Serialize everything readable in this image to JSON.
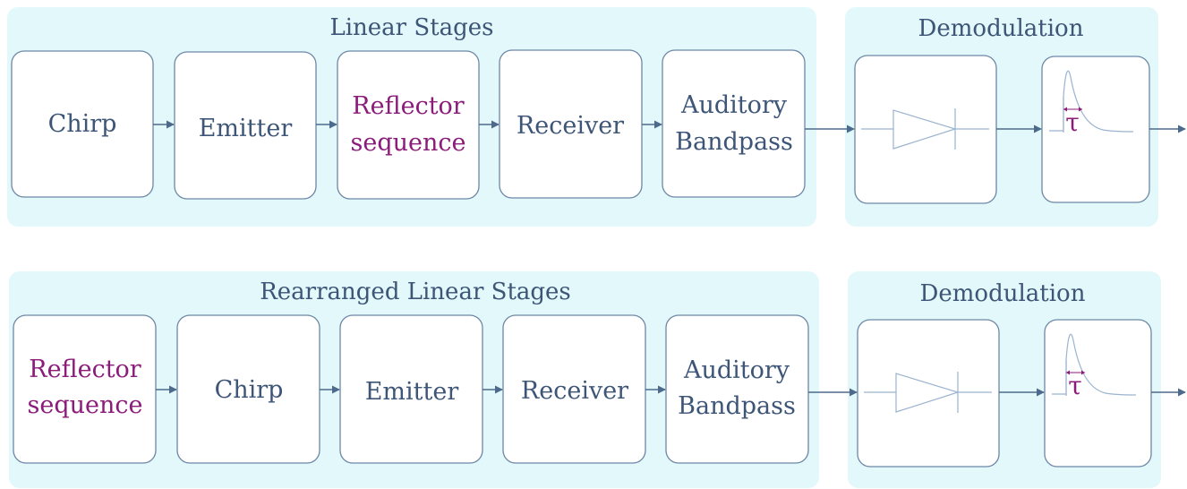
{
  "diagram": {
    "rows": [
      {
        "linear_title": "Linear Stages",
        "demod_title": "Demodulation",
        "blocks": [
          {
            "lines": [
              "Chirp"
            ],
            "highlight": false
          },
          {
            "lines": [
              "Emitter"
            ],
            "highlight": false
          },
          {
            "lines": [
              "Reflector",
              "sequence"
            ],
            "highlight": true
          },
          {
            "lines": [
              "Receiver"
            ],
            "highlight": false
          },
          {
            "lines": [
              "Auditory",
              "Bandpass"
            ],
            "highlight": false
          }
        ],
        "tau_label": "τ"
      },
      {
        "linear_title": "Rearranged Linear Stages",
        "demod_title": "Demodulation",
        "blocks": [
          {
            "lines": [
              "Reflector",
              "sequence"
            ],
            "highlight": true
          },
          {
            "lines": [
              "Chirp"
            ],
            "highlight": false
          },
          {
            "lines": [
              "Emitter"
            ],
            "highlight": false
          },
          {
            "lines": [
              "Receiver"
            ],
            "highlight": false
          },
          {
            "lines": [
              "Auditory",
              "Bandpass"
            ],
            "highlight": false
          }
        ],
        "tau_label": "τ"
      }
    ],
    "colors": {
      "panel": "#e2f8fa",
      "block_border": "#6d87a6",
      "text": "#3d5577",
      "highlight_text": "#8b1c7a",
      "arrow": "#4d6a8c"
    },
    "icons": [
      "diode-icon",
      "impulse-response-icon"
    ]
  }
}
